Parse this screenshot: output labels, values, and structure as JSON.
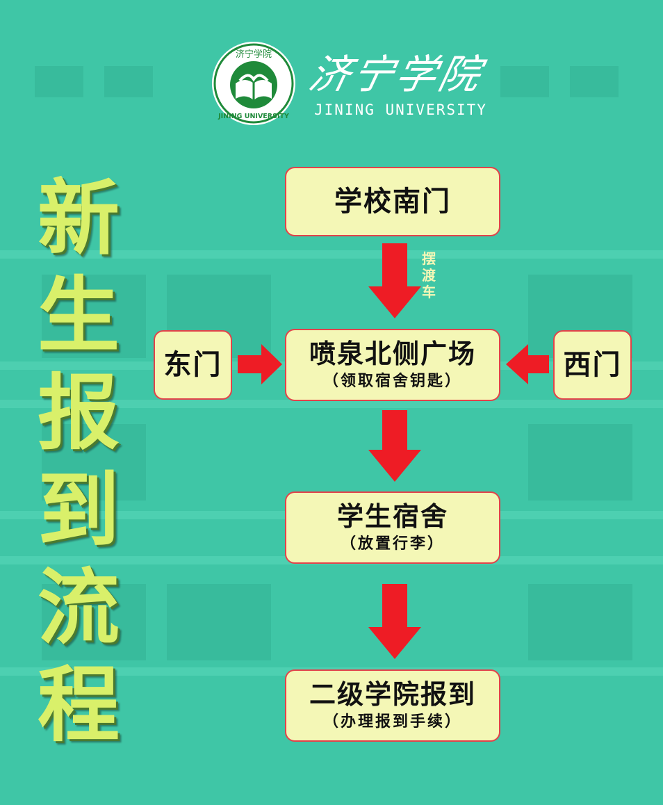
{
  "header": {
    "logo_script": "济宁学院",
    "logo_english": "JINING UNIVERSITY",
    "seal_top_text": "济宁学院",
    "seal_ring_text": "JINING UNIVERSITY"
  },
  "title_chars": [
    "新",
    "生",
    "报",
    "到",
    "流",
    "程"
  ],
  "flow": {
    "south_gate": {
      "label": "学校南门"
    },
    "shuttle_label": [
      "摆",
      "渡",
      "车"
    ],
    "plaza": {
      "label": "喷泉北侧广场",
      "note": "（领取宿舍钥匙）"
    },
    "east_gate": {
      "label": "东门"
    },
    "west_gate": {
      "label": "西门"
    },
    "dorm": {
      "label": "学生宿舍",
      "note": "（放置行李）"
    },
    "college": {
      "label": "二级学院报到",
      "note": "（办理报到手续）"
    }
  },
  "colors": {
    "background": "#3fc6a6",
    "box_fill": "#f4f7b6",
    "box_border": "#e2424a",
    "arrow": "#ee1c25",
    "title": "#d9f06a",
    "seal_green": "#1f8a3a"
  }
}
